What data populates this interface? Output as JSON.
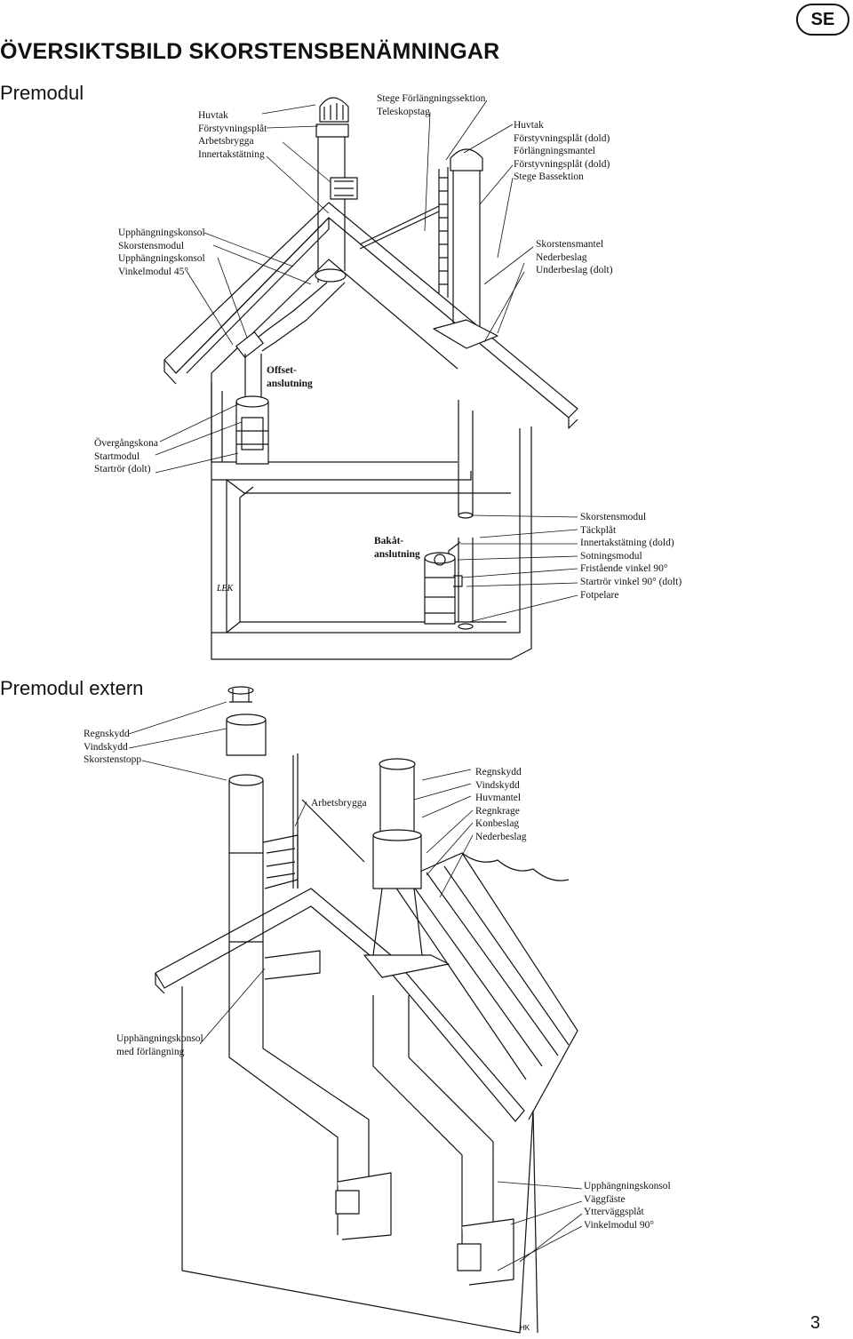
{
  "header": {
    "title": "ÖVERSIKTSBILD SKORSTENSBENÄMNINGAR",
    "language_badge": "SE"
  },
  "section1": {
    "heading": "Premodul",
    "labels": {
      "top_left": [
        "Huvtak",
        "Förstyvningsplåt",
        "Arbetsbrygga",
        "Innertakstätning"
      ],
      "top_center": [
        "Stege Förlängningssektion",
        "Teleskopstag"
      ],
      "top_right": [
        "Huvtak",
        "Förstyvningsplåt (dold)",
        "Förlängningsmantel",
        "Förstyvningsplåt (dold)",
        "Stege Bassektion"
      ],
      "mid_left": [
        "Upphängningskonsol",
        "Skorstensmodul",
        "Upphängningskonsol",
        "Vinkelmodul 45°"
      ],
      "mid_right": [
        "Skorstensmantel",
        "Nederbeslag",
        "Underbeslag (dolt)"
      ],
      "offset": [
        "Offset-",
        "anslutning"
      ],
      "low_left": [
        "Övergångskona",
        "Startmodul",
        "Startrör (dolt)"
      ],
      "back": [
        "Bakåt-",
        "anslutning"
      ],
      "low_right": [
        "Skorstensmodul",
        "Täckplåt",
        "Innertakstätning (dold)",
        "Sotningsmodul",
        "Fristående vinkel 90°",
        "Startrör vinkel 90° (dolt)",
        "Fotpelare"
      ],
      "stamp": "LEK"
    }
  },
  "section2": {
    "heading": "Premodul extern",
    "labels": {
      "top_left": [
        "Regnskydd",
        "Vindskydd",
        "Skorstenstopp"
      ],
      "center": [
        "Arbetsbrygga"
      ],
      "right": [
        "Regnskydd",
        "Vindskydd",
        "Huvmantel",
        "Regnkrage",
        "Konbeslag",
        "Nederbeslag"
      ],
      "bottom_left": [
        "Upphängningskonsol",
        "med förlängning"
      ],
      "bottom_right": [
        "Upphängningskonsol",
        "Väggfäste",
        "Ytterväggsplåt",
        "Vinkelmodul 90°"
      ],
      "stamp": "HK"
    }
  },
  "footer": {
    "page_number": "3"
  }
}
